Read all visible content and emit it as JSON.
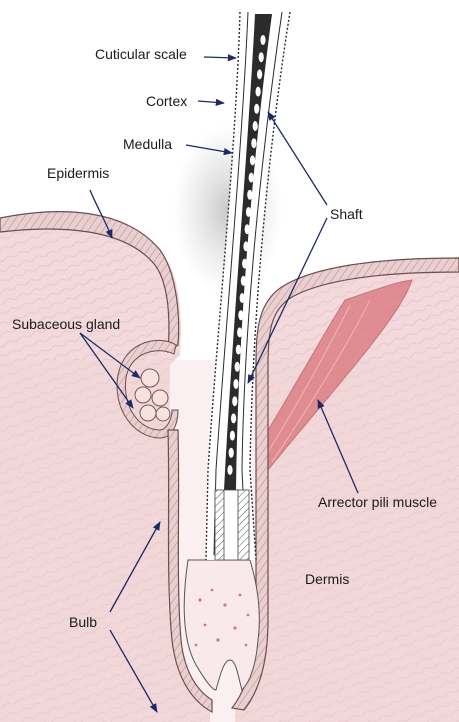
{
  "labels": {
    "cuticular_scale": "Cuticular scale",
    "cortex": "Cortex",
    "medulla": "Medulla",
    "epidermis": "Epidermis",
    "shaft": "Shaft",
    "subaceous_gland": "Subaceous gland",
    "arrector_pili_muscle": "Arrector pili muscle",
    "dermis": "Dermis",
    "bulb": "Bulb"
  },
  "colors": {
    "dermis_fill": "#f3d9db",
    "epidermis_fill": "#c9a7a3",
    "muscle": "#d9737a",
    "gland": "#f5dada",
    "hair_stroke": "#2a2a2a",
    "arrow": "#1b2a66"
  }
}
